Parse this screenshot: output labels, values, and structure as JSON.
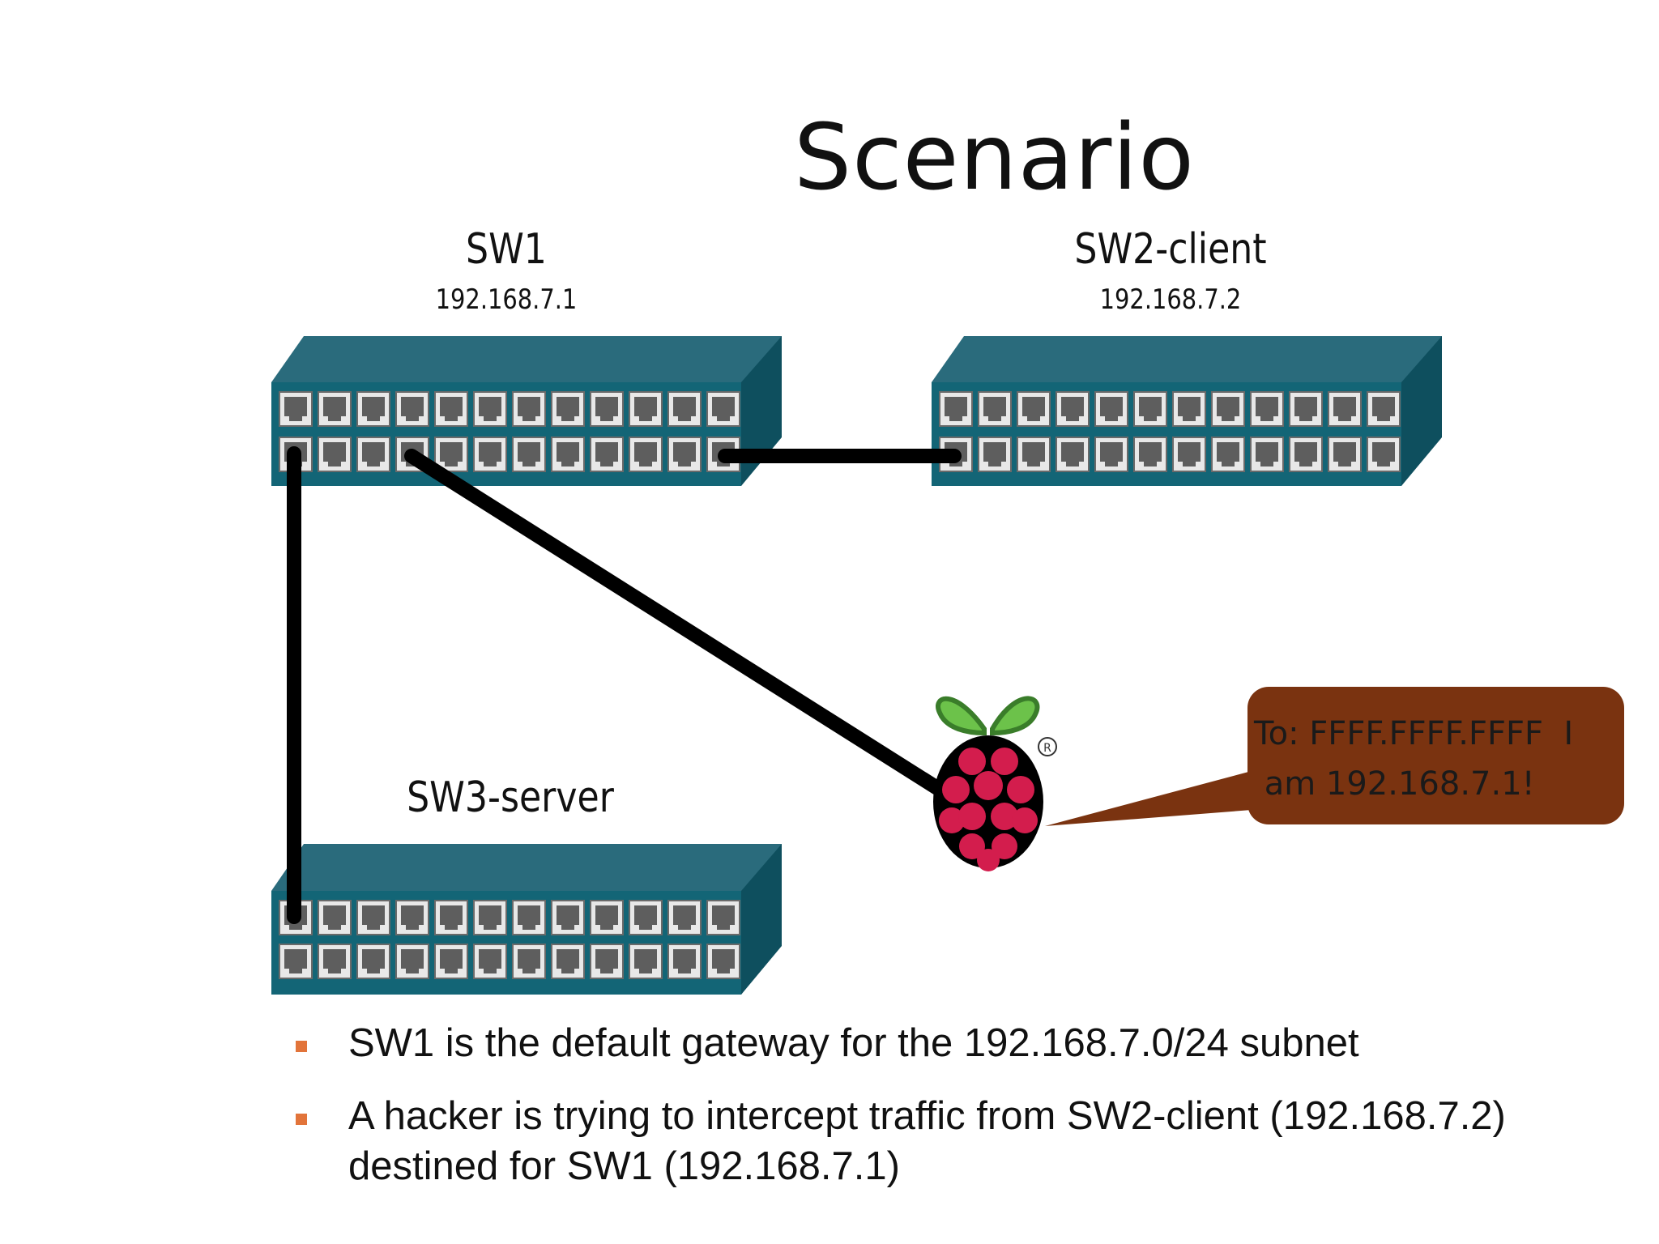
{
  "title": "Scenario",
  "switches": {
    "sw1": {
      "name": "SW1",
      "ip": "192.168.7.1"
    },
    "sw2": {
      "name": "SW2-client",
      "ip": "192.168.7.2"
    },
    "sw3": {
      "name": "SW3-server"
    }
  },
  "bubble": {
    "text": "To: FFFF.FFFF.FFFF  I\n am 192.168.7.1!",
    "fill": "#7a3310"
  },
  "colors": {
    "switch_top": "#2a6b7c",
    "switch_front": "#136576",
    "switch_side": "#0e4f5e",
    "bullet": "#e2743a",
    "cable": "#000000"
  },
  "hacker_icon": "raspberry-pi-icon",
  "bullets": [
    {
      "text": "SW1 is the default gateway for the 192.168.7.0/24 subnet"
    },
    {
      "text": "A hacker is trying to intercept traffic from SW2-client (192.168.7.2) destined  for SW1 (192.168.7.1)"
    }
  ]
}
